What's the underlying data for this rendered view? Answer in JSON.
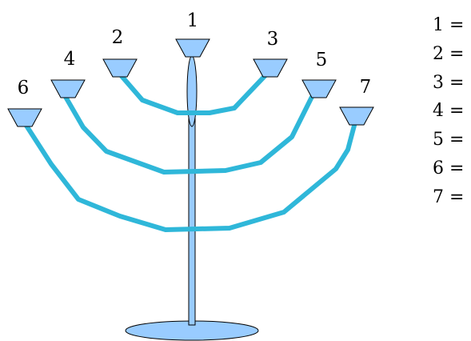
{
  "colors": {
    "arm": "#2FB7D9",
    "cup_fill": "#99CCFF",
    "stroke": "#000000",
    "background": "#FFFFFF"
  },
  "labels": {
    "cup_1": "1",
    "cup_2": "2",
    "cup_3": "3",
    "cup_4": "4",
    "cup_5": "5",
    "cup_6": "6",
    "cup_7": "7"
  },
  "legend": [
    {
      "text": "1 ="
    },
    {
      "text": "2 ="
    },
    {
      "text": "3 ="
    },
    {
      "text": "4 ="
    },
    {
      "text": "5 ="
    },
    {
      "text": "6 ="
    },
    {
      "text": "7 ="
    }
  ]
}
